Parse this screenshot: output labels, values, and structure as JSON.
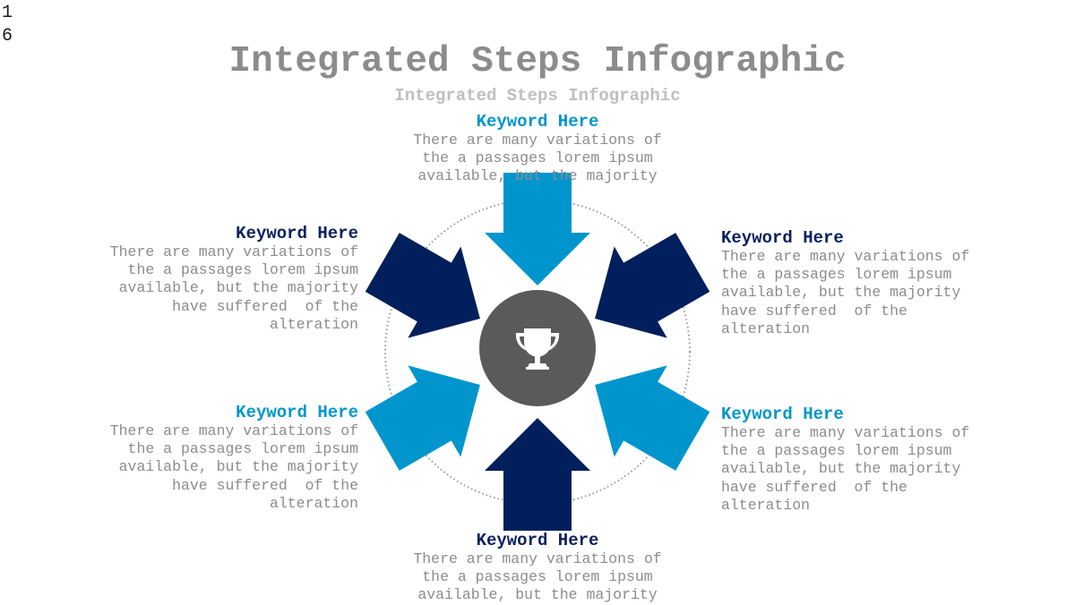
{
  "slide_number": "1\n6",
  "title": "Integrated Steps Infographic",
  "subtitle": "Integrated Steps Infographic",
  "colors": {
    "light_blue": "#0096cd",
    "dark_navy": "#001f5c",
    "center_circle": "#5a5a5a",
    "title_gray": "#8c8c8c",
    "subtitle_gray": "#bfbfbf"
  },
  "center_icon": "trophy-icon",
  "steps": {
    "top": {
      "keyword": "Keyword Here",
      "text": "There are many variations of\nthe a passages lorem ipsum\navailable, but the majority"
    },
    "upper_left": {
      "keyword": "Keyword Here",
      "text": "There are many variations of\nthe a passages lorem ipsum\navailable, but the majority\nhave suffered  of the\nalteration"
    },
    "upper_right": {
      "keyword": "Keyword Here",
      "text": "There are many variations of\nthe a passages lorem ipsum\navailable, but the majority\nhave suffered  of the\nalteration"
    },
    "lower_left": {
      "keyword": "Keyword Here",
      "text": "There are many variations of\nthe a passages lorem ipsum\navailable, but the majority\nhave suffered  of the\nalteration"
    },
    "lower_right": {
      "keyword": "Keyword Here",
      "text": "There are many variations of\nthe a passages lorem ipsum\navailable, but the majority\nhave suffered  of the\nalteration"
    },
    "bottom": {
      "keyword": "Keyword Here",
      "text": "There are many variations of\nthe a passages lorem ipsum\navailable, but the majority"
    }
  }
}
